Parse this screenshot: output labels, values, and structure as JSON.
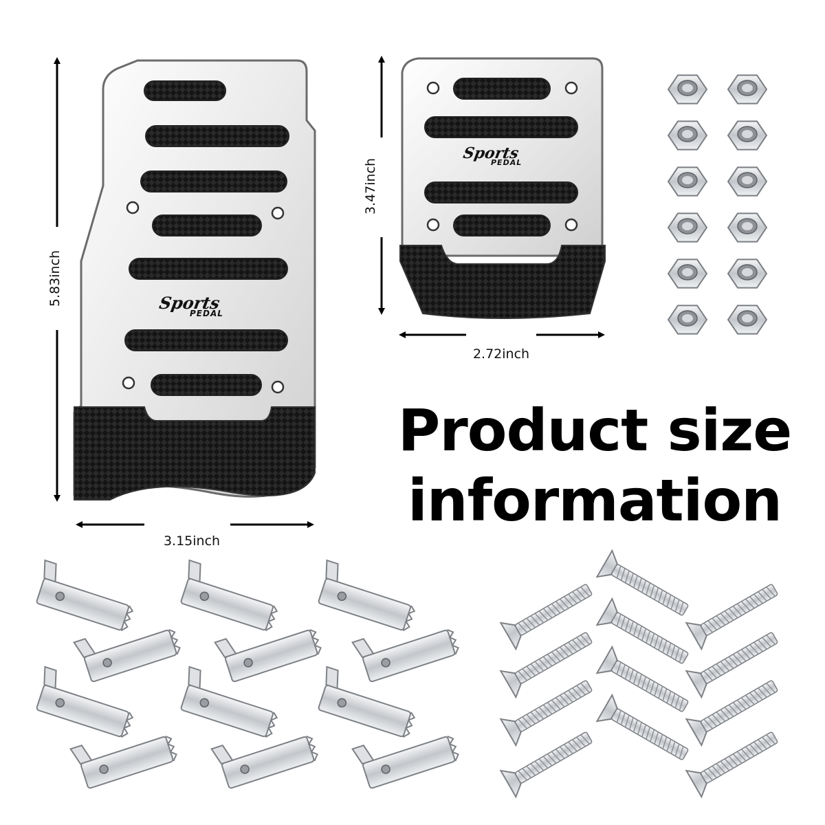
{
  "headline": {
    "line1": "Product size",
    "line2": "information"
  },
  "dimensions": {
    "large_pedal_height": "5.83inch",
    "large_pedal_width": "3.15inch",
    "small_pedal_height": "3.47inch",
    "small_pedal_width": "2.72inch"
  },
  "pedal_logo": {
    "brand": "Sports",
    "sub": "PEDAL"
  },
  "colors": {
    "plate": "#e6e6e6",
    "rubber": "#151515",
    "outline": "#555555",
    "hardware": "#c9ccd0"
  },
  "hardware_counts": {
    "hex_nuts": 12,
    "clips": 12,
    "screws": 12
  }
}
